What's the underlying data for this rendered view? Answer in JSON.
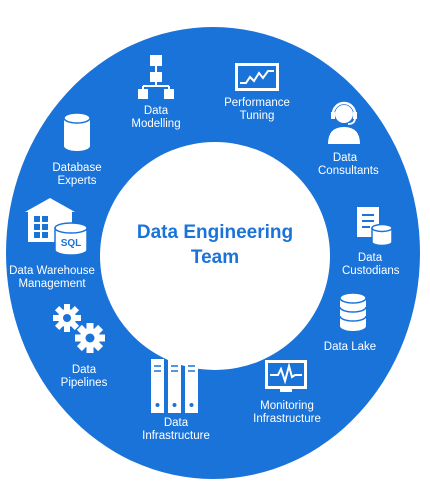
{
  "center": {
    "line1": "Data Engineering",
    "line2": "Team"
  },
  "colors": {
    "ring": "#1a73d9",
    "center_text": "#1a73d9",
    "label_text": "#ffffff",
    "hole": "#ffffff"
  },
  "items": {
    "data_modelling": {
      "icon": "hierarchy-icon",
      "line1": "Data",
      "line2": "Modelling"
    },
    "performance_tuning": {
      "icon": "performance-chart-icon",
      "line1": "Performance",
      "line2": "Tuning"
    },
    "data_consultants": {
      "icon": "headset-person-icon",
      "line1": "Data",
      "line2": "Consultants"
    },
    "data_custodians": {
      "icon": "document-database-icon",
      "line1": "Data",
      "line2": "Custodians"
    },
    "data_lake": {
      "icon": "database-lake-icon",
      "line1": "Data Lake"
    },
    "monitoring_infrastructure": {
      "icon": "monitor-pulse-icon",
      "line1": "Monitoring",
      "line2": "Infrastructure"
    },
    "data_infrastructure": {
      "icon": "server-rack-icon",
      "line1": "Data",
      "line2": "Infrastructure"
    },
    "data_pipelines": {
      "icon": "gears-icon",
      "line1": "Data",
      "line2": "Pipelines"
    },
    "data_warehouse": {
      "icon": "warehouse-sql-icon",
      "sql": "SQL",
      "line1": "Data Warehouse",
      "line2": "Management"
    },
    "database_experts": {
      "icon": "database-cylinder-icon",
      "line1": "Database",
      "line2": "Experts"
    }
  }
}
